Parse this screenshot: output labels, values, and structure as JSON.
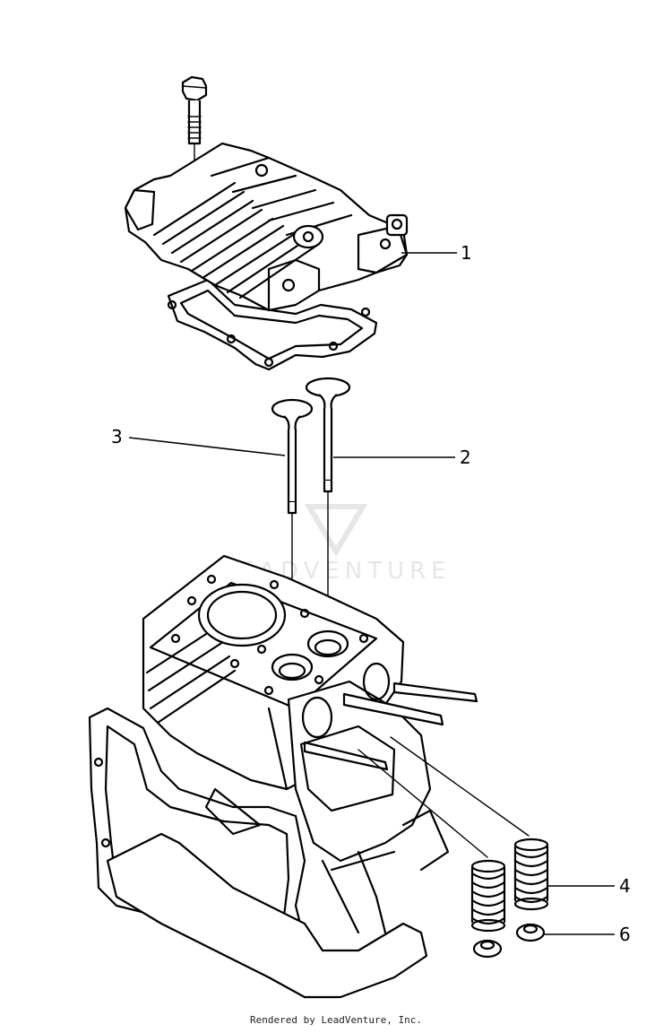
{
  "watermark": {
    "text": "LEADVENTURE"
  },
  "callouts": [
    {
      "id": "1",
      "label": "1"
    },
    {
      "id": "2",
      "label": "2"
    },
    {
      "id": "3",
      "label": "3"
    },
    {
      "id": "4",
      "label": "4"
    },
    {
      "id": "6",
      "label": "6"
    }
  ],
  "footer": {
    "text": "Rendered by LeadVenture, Inc."
  }
}
